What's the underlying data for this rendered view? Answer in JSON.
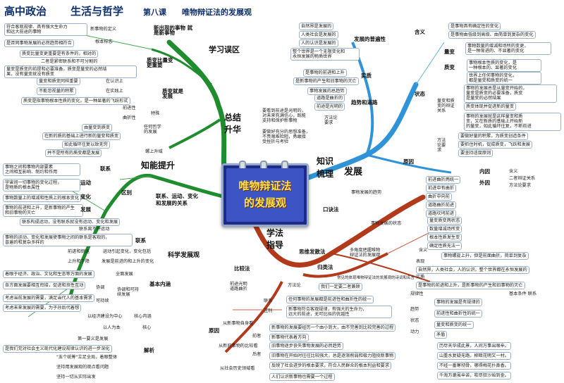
{
  "header": {
    "subject": "高中政治",
    "book": "生活与哲学",
    "unit": "第八课",
    "lesson": "唯物辩证法的发展观"
  },
  "center": {
    "title_line1": "唯物辩证法",
    "title_line2": "的发展观"
  },
  "main_branches": {
    "xuexiwuqu": "学习误区",
    "zongjie": "总结",
    "shenghua": "升华",
    "zhishi": "知识",
    "shuli": "梳理",
    "fazhan": "发展",
    "zhinengtisheng": "知能提升",
    "xuefa": "学法",
    "zhidao": "指导"
  },
  "misconceptions": {
    "xinchuxian": "新出现的事物\n就是新事物",
    "xinshiwudingyi": "新事物的定义",
    "genbenbiaozhi": "根本标志",
    "note1": "符合客观规律、具有强大生命力\n和远大前途的事物",
    "note2": "是否同事物发展的必然趋势相符合",
    "zhibian": "质变比量变\n更重要",
    "zb1": "质变比量变更重要是有条件的，相对的",
    "zb2": "二者是紧密联系和不可分割的",
    "zb3": "量变是质变的前提和必要准备，质变是量变的必然结\n果，没有量变就没有质变",
    "zairenshishang": "在认识上",
    "zaishijianshang": "在实践上",
    "ren1": "量变和质变同样重要",
    "ren2": "不能忽视量的积累",
    "shi1": "质变是指事物根本性质的变化，是一种显著的飞跃形式",
    "zhibianjiushifazhan": "质变就是\n发展"
  },
  "summary": {
    "teshu": "特殊",
    "qianjinxing": "前进性",
    "quzhexing": "曲折性",
    "renhezhexue": "任何哲学\n的发展",
    "zk1": "由量变到质变",
    "zk2": "在新的质的基础上进行新的量变和质变",
    "zk3": "如此循环往复以致无穷",
    "zk4": "并不是所有的质变都是发展",
    "luoshangsheng": "螺上升域"
  },
  "ability": {
    "a1": "事物之间和事物内部要素\n之间相互影响、制约和作用",
    "lianxi": "联系",
    "a2": "宇宙间一切事物的变化过程，\n是物质的根本属性",
    "yundong": "运动",
    "a3": "事物数量上的增减和性质上的根本变化",
    "bianhua": "变化",
    "a4": "事物的前进和上升，是新事物的产生\n和旧事物的灭亡",
    "fazhan": "发展",
    "qubie": "区别",
    "guanxi": "联系、运动、变化\n和发展的关系",
    "b1": "联系构成运动，没有联系就没有运动、变化和发展",
    "b2": "联系离不开运动",
    "b3": "事物的运动、变化和发展使事物之间的联系是客观的，\n普遍的和复杂多样的",
    "lianxi2": "联系",
    "b4": "前进和倒退",
    "b5": "运动引起变化，变化包括",
    "b6": "上升和下降",
    "b7": "发展是前进的和上升的变化",
    "kxfzg": "科学发展观",
    "c1": "着眼于经济、政治、文化和生态等方面的发展",
    "quanmianfazhan": "全面发展",
    "c2": "各方面发展要相互衔接，促进和良性互动",
    "xietiao": "协调",
    "xietiaohkcxfz": "协调和可持\n续发展",
    "c3": "考虑当前发展的需要，满足当代人的基本需求",
    "kechixu": "可持续",
    "c4": "考虑未来发展的需要，为子孙后代着想",
    "jibenneihan": "基本内涵",
    "c5": "以经济建设为中心",
    "hexinneihan": "核心内涵",
    "c6": "以人为本",
    "hexin": "核心",
    "c7": "第一要义是发展",
    "c8": "是我们党对社会主义现代化建设规律认识的进一步深化",
    "c9": "\"五个统筹\"立足全局，着眼整体",
    "c10": "坚持用发展观的观点看问题",
    "c11": "坚持一切从实际出发",
    "jiexi": "解析"
  },
  "knowledge": {
    "k1": "自然界是发展的",
    "k2": "人类社会是发展的",
    "k3": "人的认识是发展的",
    "k4": "整个世界是一个无限变化和\n永恒发展的物质世界",
    "fazhanpubianxing": "发展的普遍性",
    "k5": "是事物的前进和上升",
    "shizhi": "实质",
    "k6": "是新事物的产生和旧事物的灭亡",
    "k7": "事物发展的总趋势",
    "k8": "道路是曲折的",
    "k9": "前途是光明的",
    "qushihedaolu": "趋势和道路",
    "k10": "要看到前途是光明的，\n对未来充满信心，既能\n支持和保护新事物",
    "fangfalun": "方法论\n要求",
    "k11": "要做好充分的思想准备，\n不畏艰难险阻，勇敢接\n受挫折与考验",
    "hanyi": "含义",
    "h1": "是事物具有确定性的变化",
    "h2": "是事物由低级到高级、由简单到复杂的变化",
    "liangbian": "量变",
    "lb1": "事物数量的增减和场所的变更，\n是一种渐进的、不显著的变化",
    "zhibian": "质变",
    "zb1": "事物根本性质的变化，是\n一种根本的、显著的变化",
    "zb2": "世界上任何事物的变化，\n都是量变和质变的统一",
    "zhuangtai": "状态",
    "lbzb": "量变和质\n变的辩证\n关系",
    "r1": "事物的发展总是从量变开始的，\n量变是质变的必要准备，质变\n是量变的必然结果",
    "r2": "质变体现并促进新的量变",
    "r3": "事物的发展就是这样量变和质\n变，又在新质的基础上开始新\n的量变，如此循环往复，不断前进",
    "ff1": "要做好量的积累，为质变创造条件",
    "ff2": "要抓住时机，促成质变，飞跃和发展",
    "ff3": "要坚持适度原则",
    "fangfalunyaoqiu2": "方法\n论要\n求",
    "yuanyin": "原因",
    "neiyin": "内因",
    "waiyin": "外因",
    "hy1": "含义",
    "hy2": "二者辩证关系",
    "hy3": "方法论要求"
  },
  "method": {
    "koujuefa": "口诀法",
    "q1": "前进曲折两统一",
    "q2": "前进中有曲折",
    "q3": "曲折中向前",
    "q4": "道路曲折前进",
    "q5": "道路坎坷前进",
    "q6": "前途光明要乐观",
    "qs": "事物发展的趋势",
    "s1": "量变质变两状态",
    "s2": "数量增减场所变",
    "s3": "根本性质发生变",
    "s4": "确定性质无法一",
    "s5": "量的变化质作准备",
    "zhuangtai2": "事物发展的状态",
    "siweifasanfa": "思维发散法",
    "duojiaodu": "多角度把握唯物\n辩证法的发展观",
    "hanyi2": "含义",
    "hy_t": "事物螺旋上升，但是前面曲折，简单到复杂",
    "biaoxian": "表现",
    "bx1": "自然界，人类社会，人的认识，整个世界都在永恒发展的",
    "shizhi2": "实质",
    "sz1": "是事物的前进和上升，是新事物的产生和旧事物的灭亡",
    "jibentiaojian": "基本条件 联系",
    "guilvxing": "规律性",
    "gl1": "事物的发展是有规律的",
    "qushi": "趋势",
    "qs1": "前进性和曲折性的统一",
    "zhuangtai3": "状态",
    "zt1": "量变和质变的统一",
    "dongli": "动力",
    "dl1": "矛盾",
    "guileifa": "归类法",
    "xuefa_note": "常见的体现唯物辩证法的发展观的诗词和名言",
    "bijiaofa": "比较法",
    "qiandao": "前途光明\n道路曲折",
    "fangfalun3": "方法论",
    "wm1": "我们一定要二者兼顾",
    "yuanyin2": "原因",
    "lianxi3": "联系",
    "lx1": "任何事物的发展都是前进性和曲折性的统一",
    "qubie2": "区别",
    "qb1": "新事物符合客观规律，有强大的生命力，\n远大的前途，无可比拟的优越性",
    "cb1": "从新事物自身看",
    "cb2": "新事物的发展要经历一个由小到大，由不完善到比较完善的过程",
    "cb3": "从新旧事物的比较看",
    "cb4": "新事物代表着方向",
    "cb5": "旧事物逐步丧失事物发展的必然趋势",
    "qianzhe": "前者",
    "houzhe": "后者",
    "cb6": "旧事物在开始时往往比较强大，总是逐渐削弱和极力阻挠新事物",
    "cb7": "从社会历史领域看",
    "cb8": "反映了社会进步的根本要求，符合人民群众的根本利益和要求",
    "cb9": "人们认识新事物也需要一个过程",
    "p1": "历尽天华成此景，人间万事出艰辛。",
    "p2": "山重水复疑无路，柳暗花明又一村。",
    "p3": "不经一番寒彻骨，哪得梅花扑鼻香。",
    "p4": "千淘万漉虽辛苦，吹尽狂沙始到金。"
  },
  "colors": {
    "green": "#1f8c2e",
    "blue": "#2f93d8",
    "red": "#b23a1a",
    "boardBlue": "#1d2a8a",
    "titleYellow": "#ffe24a",
    "headBlue": "#0d2f6b"
  }
}
